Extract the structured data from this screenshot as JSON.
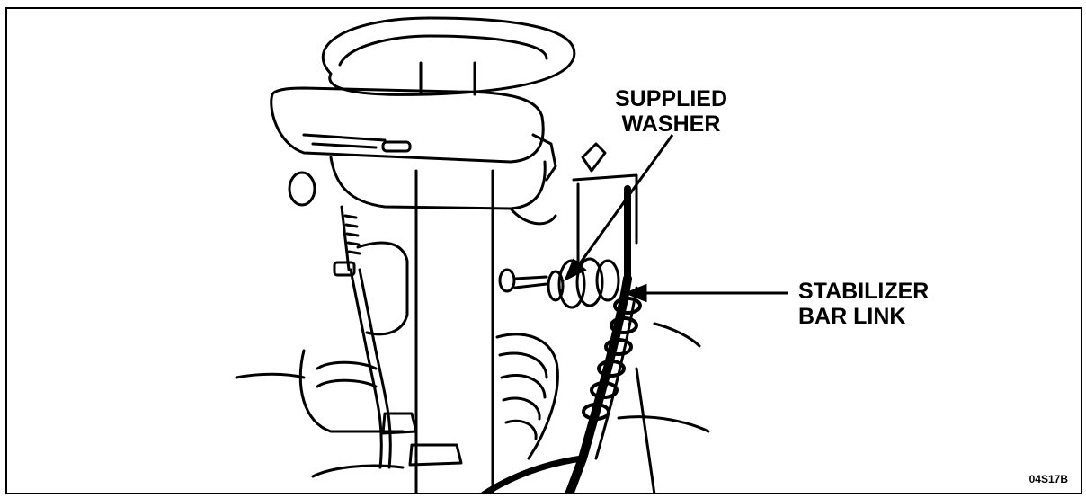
{
  "callouts": {
    "supplied_washer": {
      "line1": "SUPPLIED",
      "line2": "WASHER"
    },
    "stabilizer_bar_link": {
      "line1": "STABILIZER",
      "line2": "BAR LINK"
    }
  },
  "figure_id": "04S17B"
}
